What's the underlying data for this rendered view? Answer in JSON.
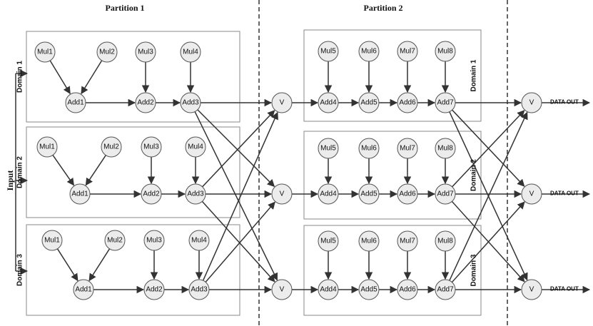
{
  "diagram": {
    "partitions": [
      "Partition 1",
      "Partition 2"
    ],
    "input_label": "Input",
    "output_label": "DATA OUT",
    "voter_label": "V",
    "domains": [
      {
        "p1_label": "Domain 1",
        "p2_label": "Domain 1",
        "p1_muls": [
          "Mul1",
          "Mul2",
          "Mul3",
          "Mul4"
        ],
        "p1_adds": [
          "Add1",
          "Add2",
          "Add3"
        ],
        "p2_muls": [
          "Mul5",
          "Mul6",
          "Mul7",
          "Mul8"
        ],
        "p2_adds": [
          "Add4",
          "Add5",
          "Add6",
          "Add7"
        ]
      },
      {
        "p1_label": "Domain 2",
        "p2_label": "Domain 2",
        "p1_muls": [
          "Mul1",
          "Mul2",
          "Mul3",
          "Mul4"
        ],
        "p1_adds": [
          "Add1",
          "Add2",
          "Add3"
        ],
        "p2_muls": [
          "Mul5",
          "Mul6",
          "Mul7",
          "Mul8"
        ],
        "p2_adds": [
          "Add4",
          "Add5",
          "Add6",
          "Add7"
        ]
      },
      {
        "p1_label": "Domain 3",
        "p2_label": "Domain 3",
        "p1_muls": [
          "Mul1",
          "Mul2",
          "Mul3",
          "Mul4"
        ],
        "p1_adds": [
          "Add1",
          "Add2",
          "Add3"
        ],
        "p2_muls": [
          "Mul5",
          "Mul6",
          "Mul7",
          "Mul8"
        ],
        "p2_adds": [
          "Add4",
          "Add5",
          "Add6",
          "Add7"
        ]
      }
    ]
  }
}
